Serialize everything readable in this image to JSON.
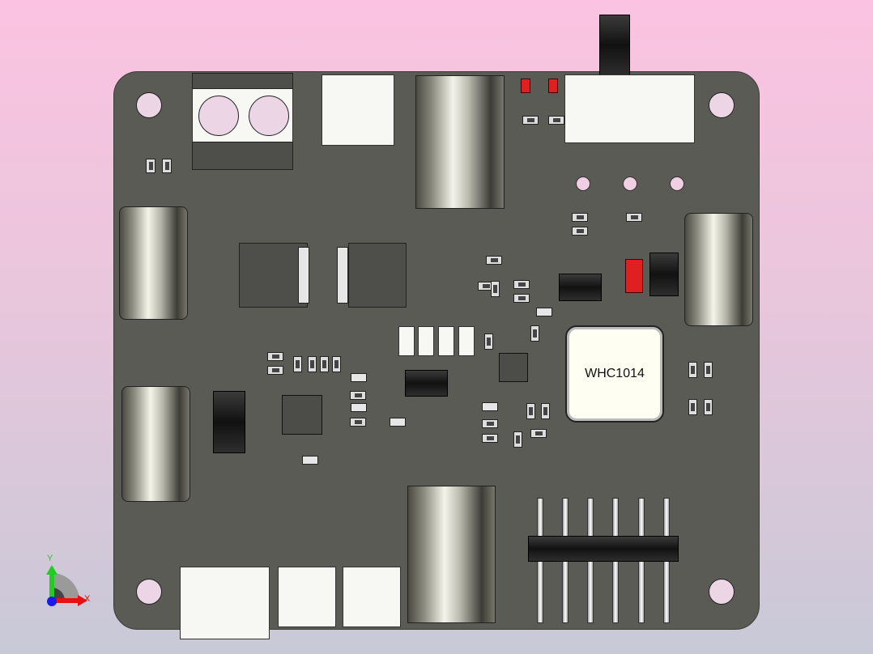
{
  "board": {
    "inductor_label": "WHC1014"
  },
  "axis_triad": {
    "x_label": "X",
    "y_label": "Y",
    "colors": {
      "x": "#e81010",
      "y": "#22cc22",
      "z": "#1a1aee"
    }
  },
  "colors": {
    "background_top": "#fbc3e1",
    "background_bottom": "#c8c9d7",
    "pcb": "#5b5b56"
  }
}
